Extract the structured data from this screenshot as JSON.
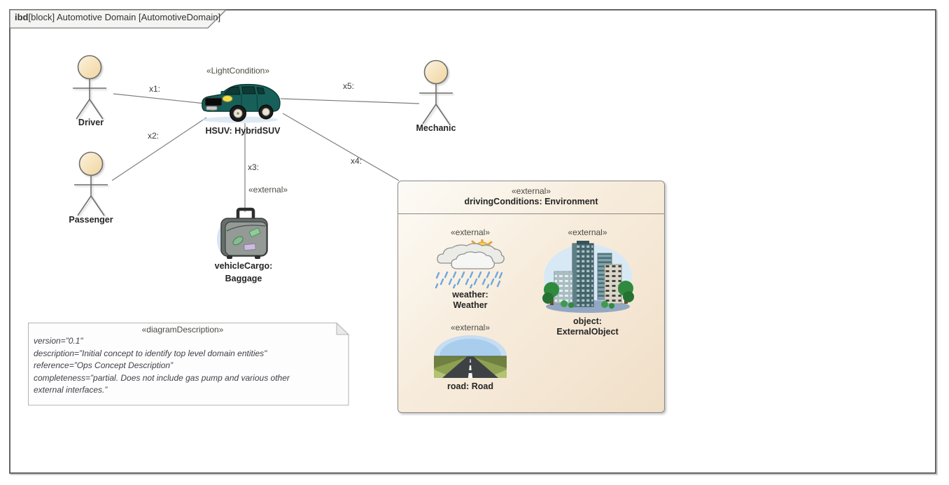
{
  "frame": {
    "tab_keyword": "ibd",
    "tab_label": "[block] Automotive Domain [AutomotiveDomain]"
  },
  "actors": [
    {
      "name": "Driver"
    },
    {
      "name": "Passenger"
    },
    {
      "name": "Mechanic"
    }
  ],
  "car": {
    "stereotype": "«LightCondition»",
    "label": "HSUV: HybridSUV"
  },
  "cargo": {
    "stereotype": "«external»",
    "line1": "vehicleCargo:",
    "line2": "Baggage"
  },
  "environment": {
    "stereotype": "«external»",
    "title": "drivingConditions: Environment",
    "weather": {
      "stereotype": "«external»",
      "line1": "weather:",
      "line2": "Weather"
    },
    "object": {
      "stereotype": "«external»",
      "line1": "object:",
      "line2": "ExternalObject"
    },
    "road": {
      "stereotype": "«external»",
      "label": "road: Road"
    }
  },
  "connectors": {
    "x1": "x1:",
    "x2": "x2:",
    "x3": "x3:",
    "x4": "x4:",
    "x5": "x5:"
  },
  "note": {
    "stereotype": "«diagramDescription»",
    "lines": [
      "version=”0.1\"",
      "description=”Initial concept to identify top level domain entities\"",
      "reference=”Ops Concept Description”",
      "completeness=”partial. Does not include gas pump and various other",
      "external interfaces.”"
    ]
  },
  "colors": {
    "car_body": "#176059",
    "env_fill": "#F0DFC8",
    "actor_head": "#F5DCA8",
    "rain_blue": "#6FA8DC"
  }
}
